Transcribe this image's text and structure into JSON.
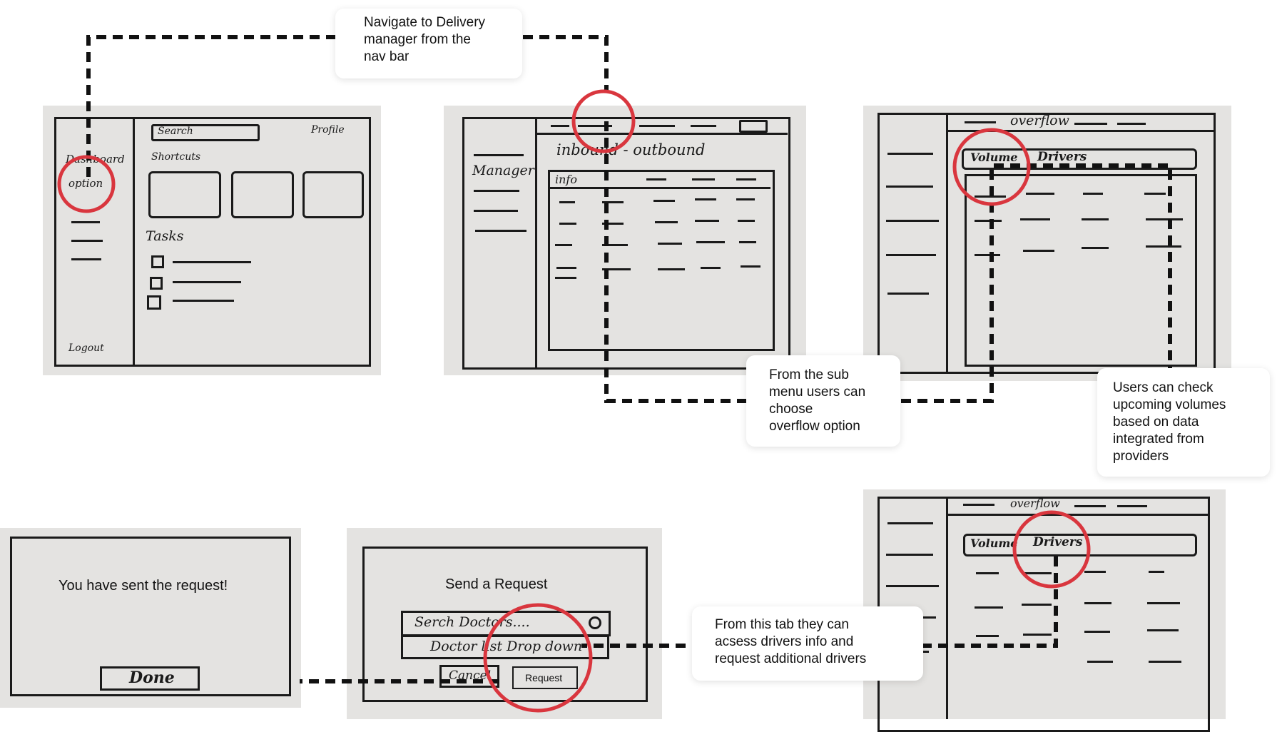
{
  "notes": {
    "nav": [
      "Navigate to Delivery",
      "manager from the",
      "nav bar"
    ],
    "submenu": [
      "From the sub",
      "menu users can",
      "choose",
      "overflow option"
    ],
    "volumes": [
      "Users can check",
      "upcoming volumes",
      "based on data",
      "integrated from",
      "providers"
    ],
    "drivers": [
      "From this tab they can",
      "acsess drivers info and",
      "request additional drivers"
    ]
  },
  "sketch_dashboard": {
    "search": "Search",
    "profile": "Profile",
    "dashboard": "Dashboard",
    "option": "option",
    "shortcuts": "Shortcuts",
    "tasks": "Tasks",
    "logout": "Logout"
  },
  "sketch_manager": {
    "side_title": "Manager",
    "tabs": "inbound - outbound",
    "table_header": "info"
  },
  "sketch_overflow": {
    "title": "overflow",
    "tab_volume": "Volume",
    "tab_drivers": "Drivers"
  },
  "sketch_request": {
    "title": "Send a Request",
    "search": "Serch Doctors....",
    "dropdown": "Doctor list Drop down",
    "cancel": "Cancel",
    "request": "Request"
  },
  "sketch_sent": {
    "message": "You have sent the request!",
    "done": "Done"
  },
  "colors": {
    "highlight_circle": "#d9363e",
    "ink": "#1a1a1a",
    "paper": "#e4e3e1",
    "connector": "#111111"
  }
}
